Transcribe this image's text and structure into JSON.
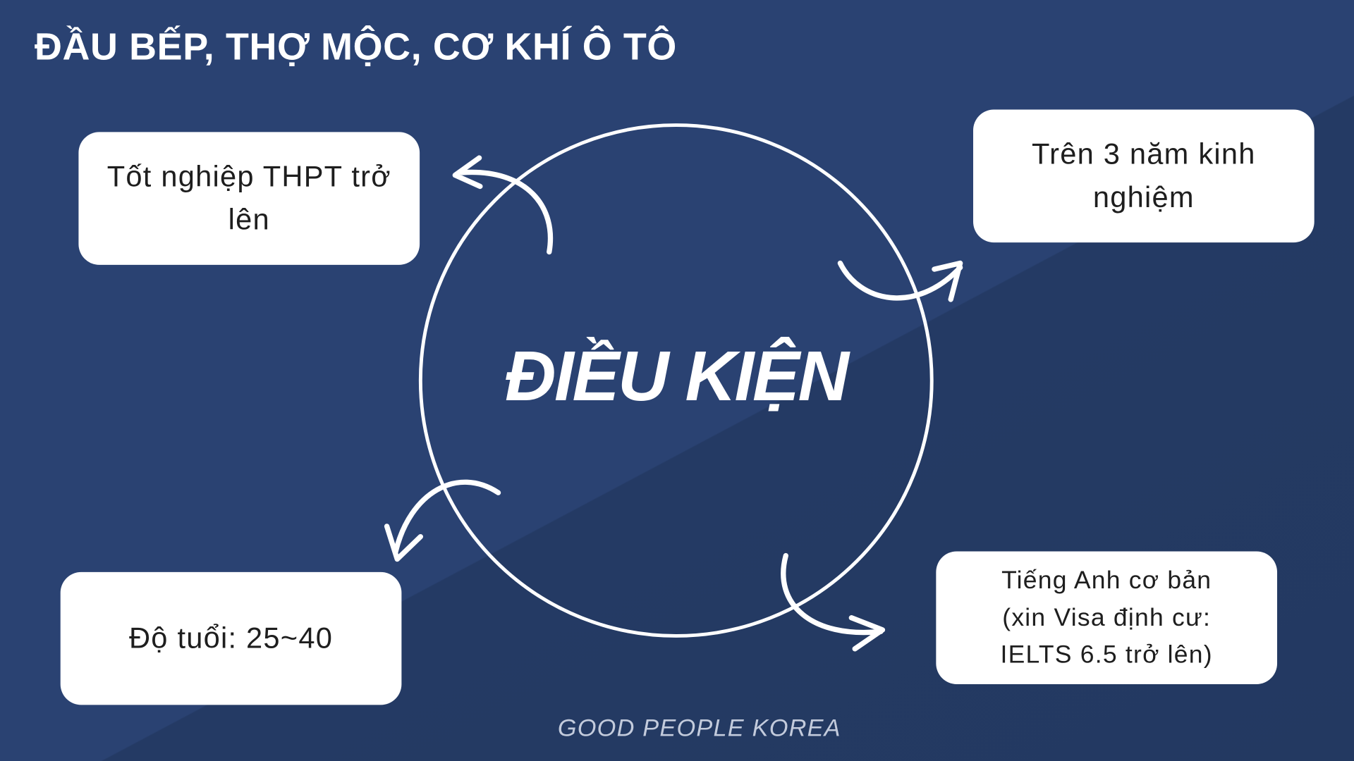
{
  "title": "ĐẦU BẾP, THỢ MỘC, CƠ KHÍ Ô TÔ",
  "center_label": "ĐIỀU KIỆN",
  "conditions": [
    {
      "text": "Tốt nghiệp THPT trở lên"
    },
    {
      "text": "Trên 3 năm kinh nghiệm"
    },
    {
      "text": "Độ tuổi: 25~40"
    },
    {
      "text": "Tiếng Anh cơ bản (xin Visa định cư: IELTS 6.5 trở lên)"
    }
  ],
  "footer": "GOOD PEOPLE KOREA"
}
